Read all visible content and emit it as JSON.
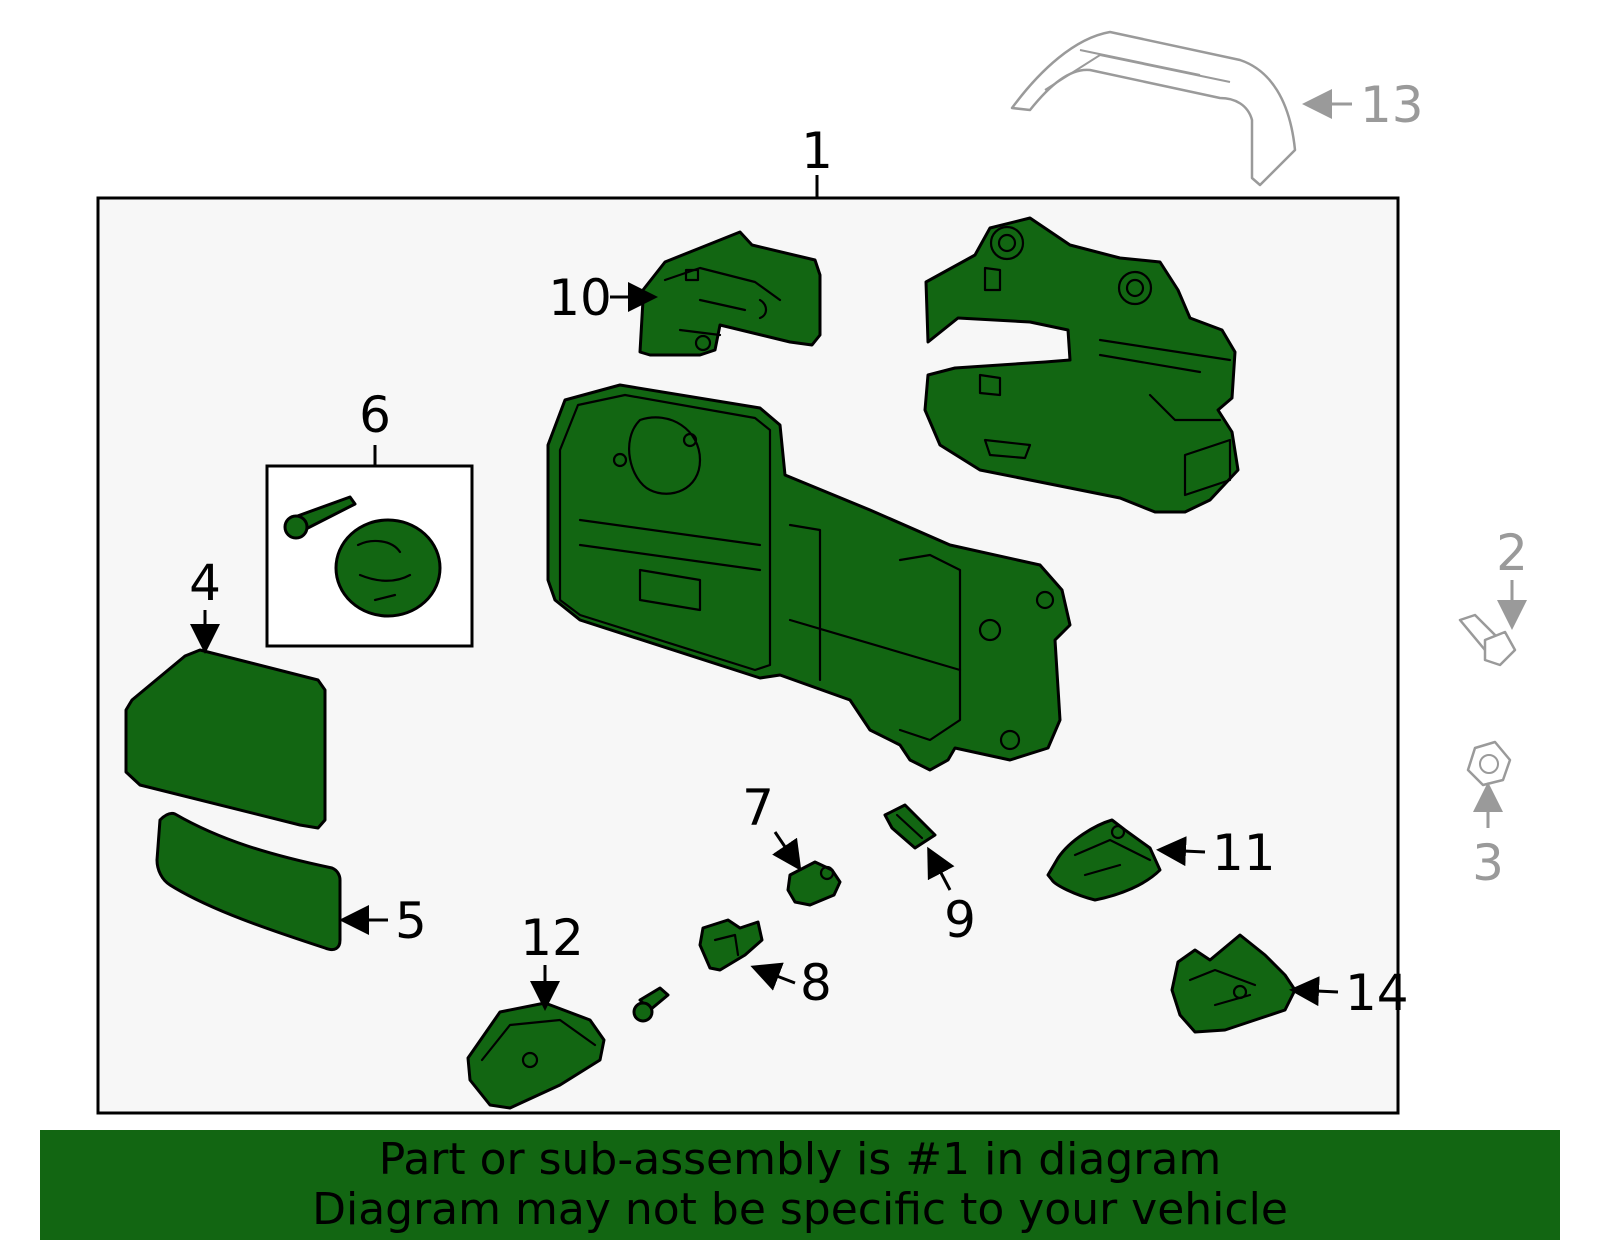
{
  "diagram": {
    "assembly_callout": "1",
    "callouts": {
      "c1": "1",
      "c2": "2",
      "c3": "3",
      "c4": "4",
      "c5": "5",
      "c6": "6",
      "c7": "7",
      "c8": "8",
      "c9": "9",
      "c10": "10",
      "c11": "11",
      "c12": "12",
      "c13": "13",
      "c14": "14"
    },
    "colors": {
      "part_fill": "#126612",
      "outline": "#000000",
      "not_included_outline": "#9a9a9a",
      "assembly_box_fill": "#f7f7f7"
    }
  },
  "banner": {
    "line1": "Part or sub-assembly is #1 in diagram",
    "line2": "Diagram may not be specific to your vehicle",
    "background": "#126612"
  }
}
